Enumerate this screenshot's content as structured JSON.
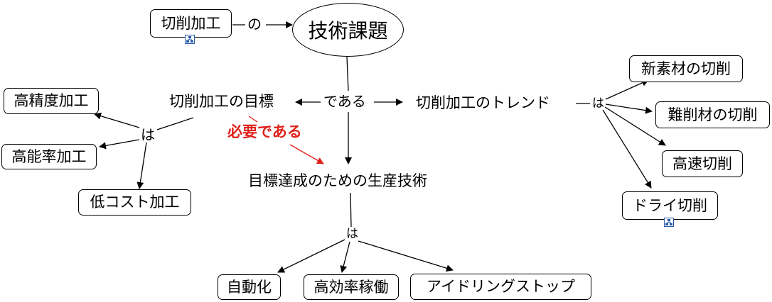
{
  "nodes": {
    "cutting": "切削加工",
    "tech_issue": "技術課題",
    "goal": "切削加工の目標",
    "trend": "切削加工のトレンド",
    "high_precision": "高精度加工",
    "high_efficiency": "高能率加工",
    "low_cost": "低コスト加工",
    "production_tech": "目標達成のための生産技術",
    "automation": "自動化",
    "high_utilization": "高効率稼働",
    "idling_stop": "アイドリングストップ",
    "new_material": "新素材の切削",
    "hard_material": "難削材の切削",
    "high_speed": "高速切削",
    "dry_cutting": "ドライ切削"
  },
  "links": {
    "no": "の",
    "dearu": "である",
    "ha_left": "は",
    "ha_bottom": "は",
    "ha_right": "は",
    "necessary": "必要である"
  },
  "icons": {
    "subdiagram": "subdiagram-icon"
  },
  "colors": {
    "line": "#000000",
    "red_link": "#e0201a"
  }
}
